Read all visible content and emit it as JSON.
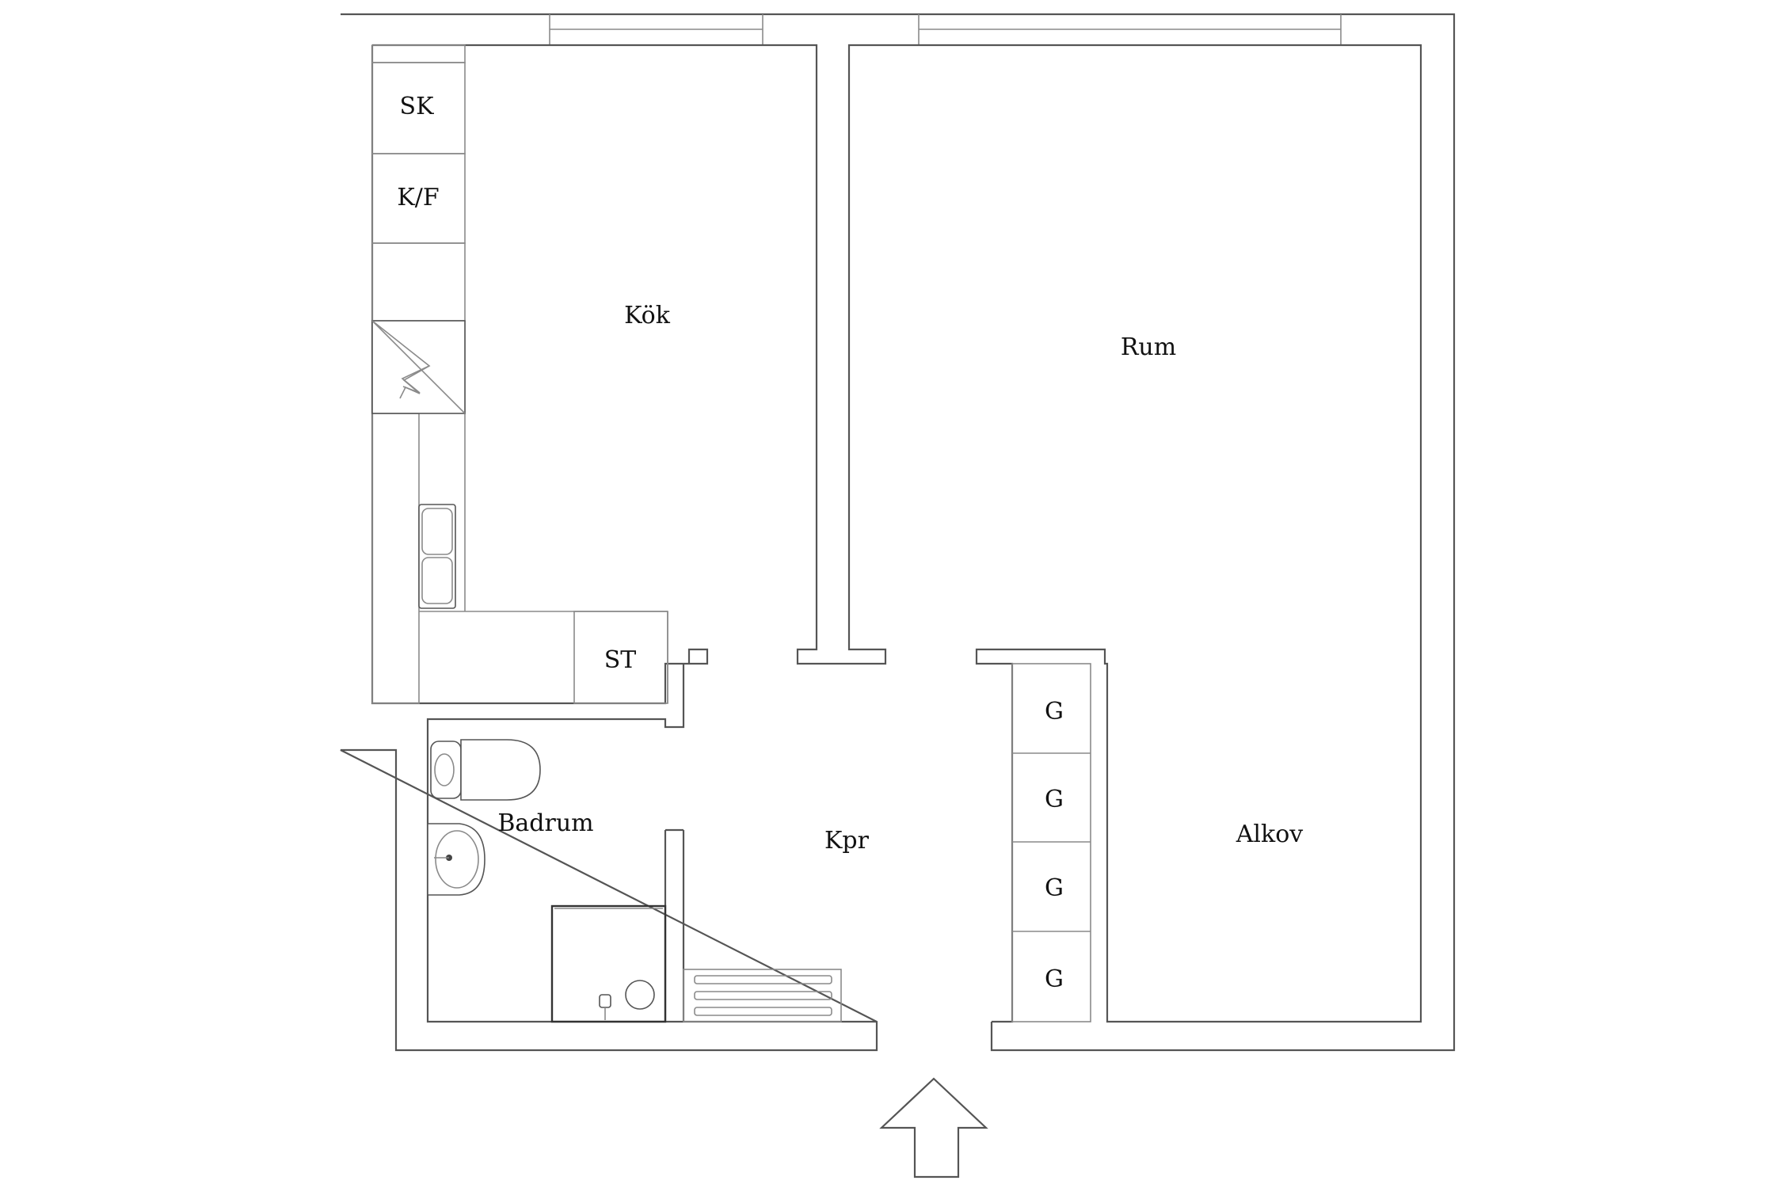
{
  "rooms": {
    "kitchen": "Kök",
    "living": "Rum",
    "alcove": "Alkov",
    "bathroom": "Badrum",
    "hallway": "Kpr"
  },
  "fixtures": {
    "sk": "SK",
    "kf": "K/F",
    "st": "ST",
    "wardrobe_1": "G",
    "wardrobe_2": "G",
    "wardrobe_3": "G",
    "wardrobe_4": "G"
  },
  "icons": {
    "entrance": "entrance-arrow-icon",
    "stove": "stove-icon",
    "sink": "double-sink-icon",
    "toilet": "toilet-icon",
    "washbasin": "washbasin-icon",
    "shower": "shower-icon",
    "radiator": "radiator-icon"
  }
}
